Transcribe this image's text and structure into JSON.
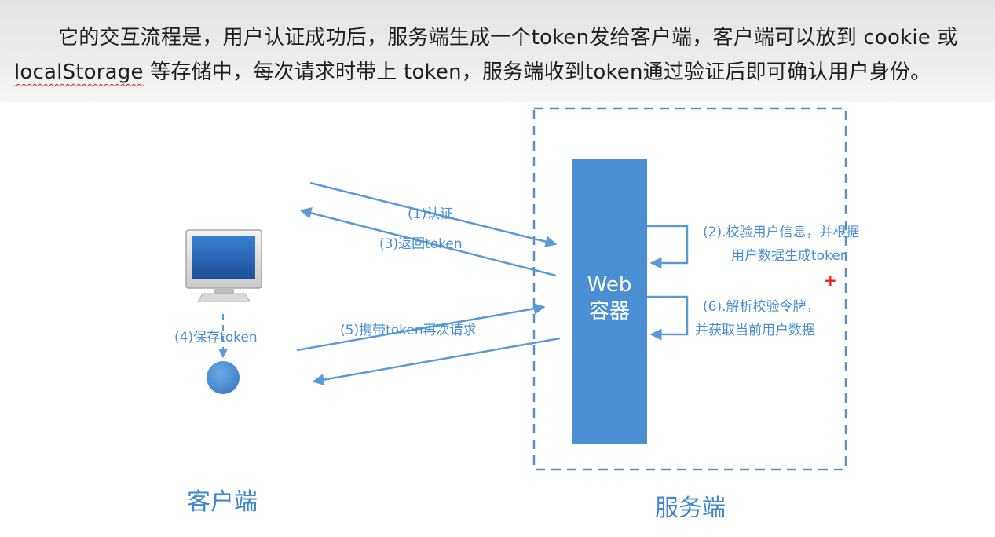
{
  "paragraph": {
    "line1": "它的交互流程是，用户认证成功后，服务端生成一个token发给客户端，客户端可以放到 cookie 或",
    "line2_word": "localStorage",
    "line2_rest": " 等存储中，每次请求时带上 token，服务端收到token通过验证后即可确认用户身份。"
  },
  "diagram": {
    "server_box": {
      "label": "Web\n容器",
      "color": "#4a8fd1"
    },
    "steps": {
      "auth": "(1)认证",
      "return_token": "(3)返回token",
      "save_token": "(4)保存token",
      "request_with_token": "(5)携带token再次请求",
      "verify_line1": "(2).校验用户信息，并根据",
      "verify_line2": "用户数据生成token",
      "parse_line1": "(6).解析校验令牌，",
      "parse_line2": "并获取当前用户数据"
    },
    "client_title": "客户端",
    "server_title": "服务端",
    "plus_mark": "+",
    "colors": {
      "accent": "#4a8fd1",
      "arrow": "#5b9bd5",
      "dash_border": "#5b8fc9",
      "mark": "#e02020"
    }
  }
}
